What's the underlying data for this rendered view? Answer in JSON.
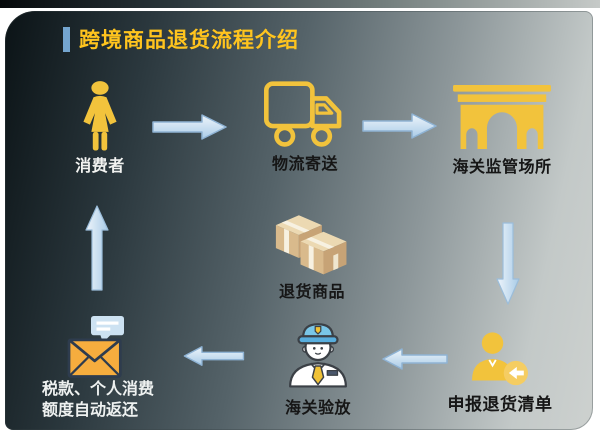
{
  "header": {
    "title": "跨境商品退货流程介绍"
  },
  "nodes": {
    "consumer": {
      "label": "消费者",
      "icon": "woman-icon"
    },
    "logistics": {
      "label": "物流寄送",
      "icon": "delivery-truck-icon"
    },
    "customs_site": {
      "label": "海关监管场所",
      "icon": "customs-gate-icon"
    },
    "returned_goods": {
      "label": "退货商品",
      "icon": "parcel-boxes-icon"
    },
    "declare_list": {
      "label": "申报退货清单",
      "icon": "person-return-icon"
    },
    "customs_release": {
      "label": "海关验放",
      "icon": "customs-officer-icon"
    },
    "tax_refund": {
      "label_line1": "税款、个人消费",
      "label_line2": "额度自动返还",
      "icon": "envelope-message-icon"
    }
  },
  "colors": {
    "title_text": "#ffc41e",
    "title_bar": "#74a5cf",
    "icon_yellow": "#f2c33c",
    "arrow_fill_light": "#eef5fb",
    "arrow_fill_dark": "#a9cbe7",
    "arrow_border": "#8fb3d4",
    "box_tan": "#d9ba8c",
    "background_dark": "#0b1316",
    "background_light": "#cdd1cf"
  }
}
